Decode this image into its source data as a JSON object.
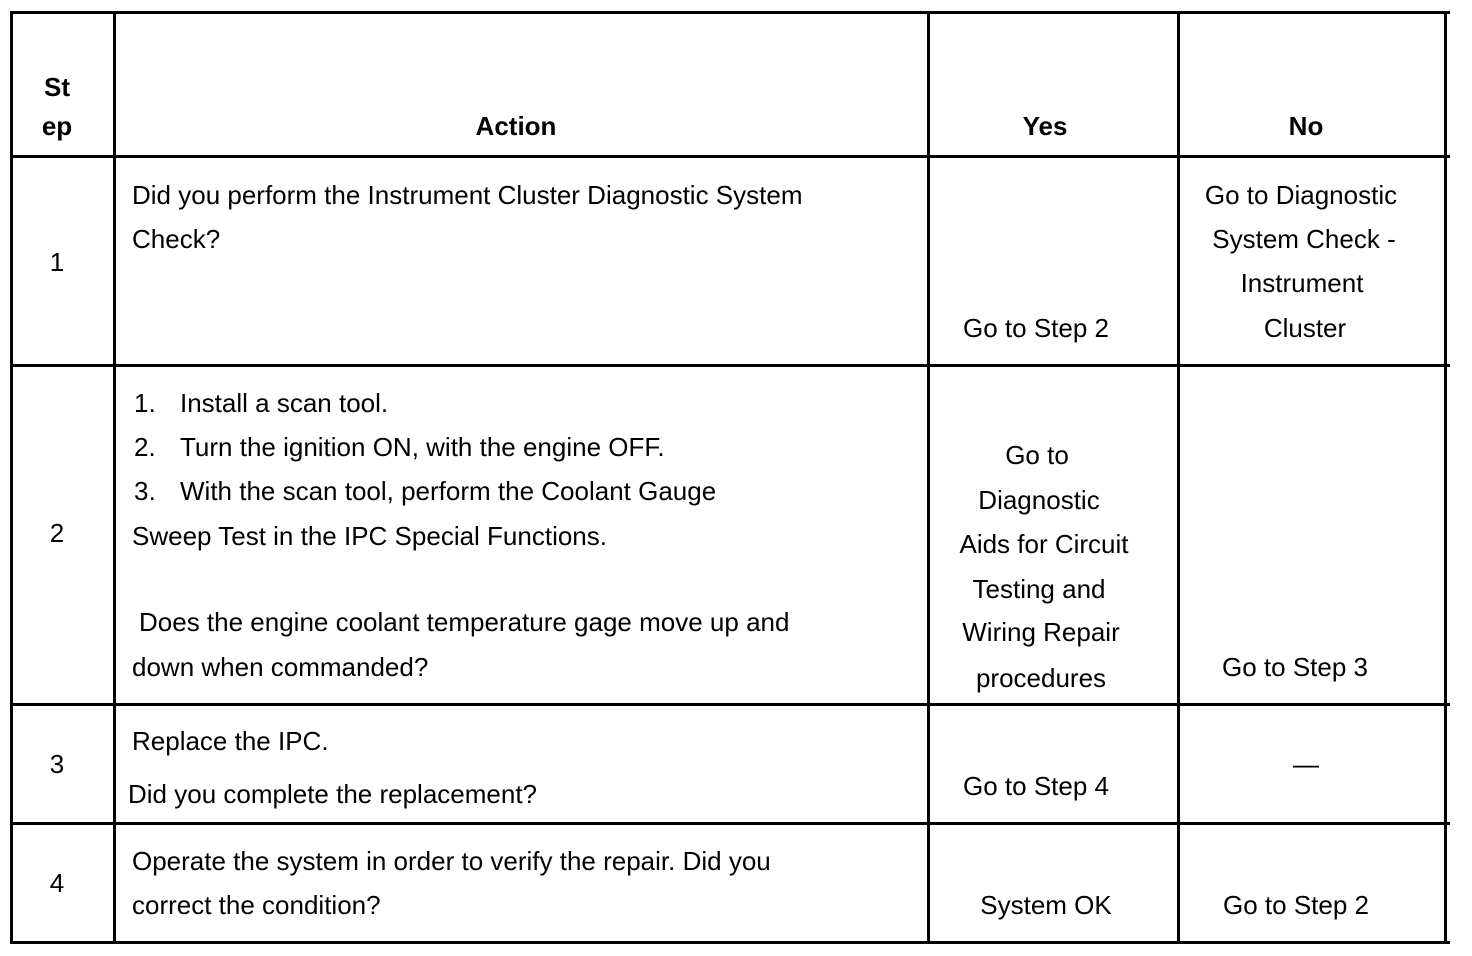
{
  "headers": {
    "step_line1": "St",
    "step_line2": "ep",
    "action": "Action",
    "yes": "Yes",
    "no": "No"
  },
  "rows": [
    {
      "step": "1",
      "action_lines": [
        "Did you perform the Instrument Cluster Diagnostic System",
        "Check?"
      ],
      "yes": "Go to Step 2",
      "no_lines": [
        "Go to Diagnostic",
        "System Check -",
        "Instrument",
        "Cluster"
      ]
    },
    {
      "step": "2",
      "list_items": [
        {
          "num": "1.",
          "text": "Install a scan tool."
        },
        {
          "num": "2.",
          "text": "Turn the ignition ON, with the engine OFF."
        },
        {
          "num": "3.",
          "text": "With the scan tool, perform the Coolant Gauge"
        }
      ],
      "continuation": "Sweep Test in the IPC Special Functions.",
      "question_lines": [
        "Does the engine coolant temperature gage move up and",
        "down when commanded?"
      ],
      "yes_lines": [
        "Go to",
        "Diagnostic",
        "Aids for Circuit",
        "Testing and",
        "Wiring Repair",
        "procedures"
      ],
      "no": "Go to Step 3"
    },
    {
      "step": "3",
      "action_lines": [
        "Replace the IPC.",
        "Did you complete the replacement?"
      ],
      "yes": "Go to Step 4",
      "no": "—"
    },
    {
      "step": "4",
      "action_lines": [
        "Operate the system in order to verify the repair. Did you",
        "correct the condition?"
      ],
      "yes": "System OK",
      "no": "Go to Step 2"
    }
  ]
}
